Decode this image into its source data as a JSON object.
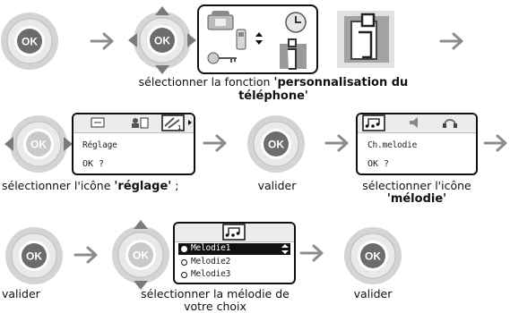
{
  "row1": {
    "caption_prefix": "sélectionner la fonction",
    "caption_bold": "'personnalisation du",
    "caption_bold2": "téléphone'"
  },
  "row2": {
    "screen1": {
      "label": "Réglage",
      "prompt": "OK ?"
    },
    "caption_select_prefix": "sélectionner l'icône",
    "caption_select_bold": "'réglage'",
    "caption_select_suffix": ";",
    "caption_valider": "valider",
    "screen2": {
      "label": "Ch.melodie",
      "prompt": "OK ?"
    },
    "caption_icon_prefix": "sélectionner l'icône",
    "caption_icon_bold": "'mélodie'"
  },
  "row3": {
    "caption_valider1": "valider",
    "list": [
      "Melodie1",
      "Melodie2",
      "Melodie3"
    ],
    "caption_melody_line1": "sélectionner la mélodie de",
    "caption_melody_line2": "votre choix",
    "caption_valider2": "valider"
  },
  "ok_label": "OK",
  "icons": [
    "ok-button-icon",
    "navigator-icon",
    "arrow-right-icon",
    "info-icon",
    "phone-icon",
    "clock-icon",
    "key-icon",
    "settings-icon",
    "music-note-icon",
    "speaker-icon",
    "headset-icon"
  ],
  "colors": {
    "ring_light": "#d7d7d7",
    "ring_dark": "#a8a8a8",
    "center_dark": "#6e6e6e",
    "arrow": "#8c8c8c",
    "lcd_bar": "#ececec"
  }
}
